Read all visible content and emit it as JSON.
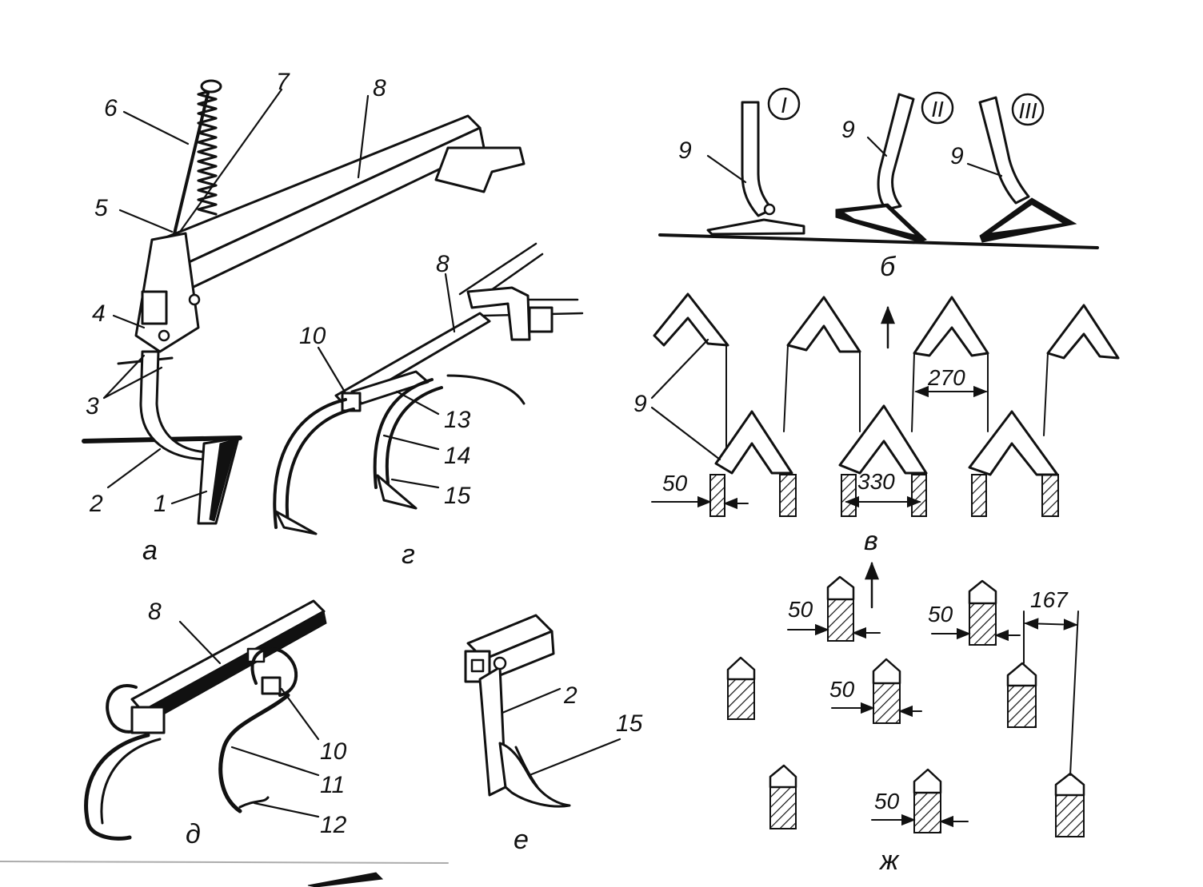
{
  "figure": {
    "panel_captions": [
      "а",
      "г",
      "б",
      "в",
      "д",
      "е",
      "ж"
    ],
    "part_numbers_a": [
      "1",
      "2",
      "3",
      "4",
      "5",
      "6",
      "7",
      "8"
    ],
    "part_numbers_g": [
      "8",
      "10",
      "13",
      "14",
      "15"
    ],
    "part_numbers_d": [
      "8",
      "10",
      "11",
      "12"
    ],
    "part_numbers_e": [
      "2",
      "15"
    ],
    "paw_types_b": [
      "I",
      "II",
      "III"
    ],
    "paw_number": "9",
    "dimensions_v": [
      "50",
      "330",
      "270"
    ],
    "dimensions_zh": [
      "50",
      "50",
      "50",
      "50",
      "167"
    ]
  },
  "colors": {
    "ink": "#111111",
    "paper": "#ffffff"
  }
}
